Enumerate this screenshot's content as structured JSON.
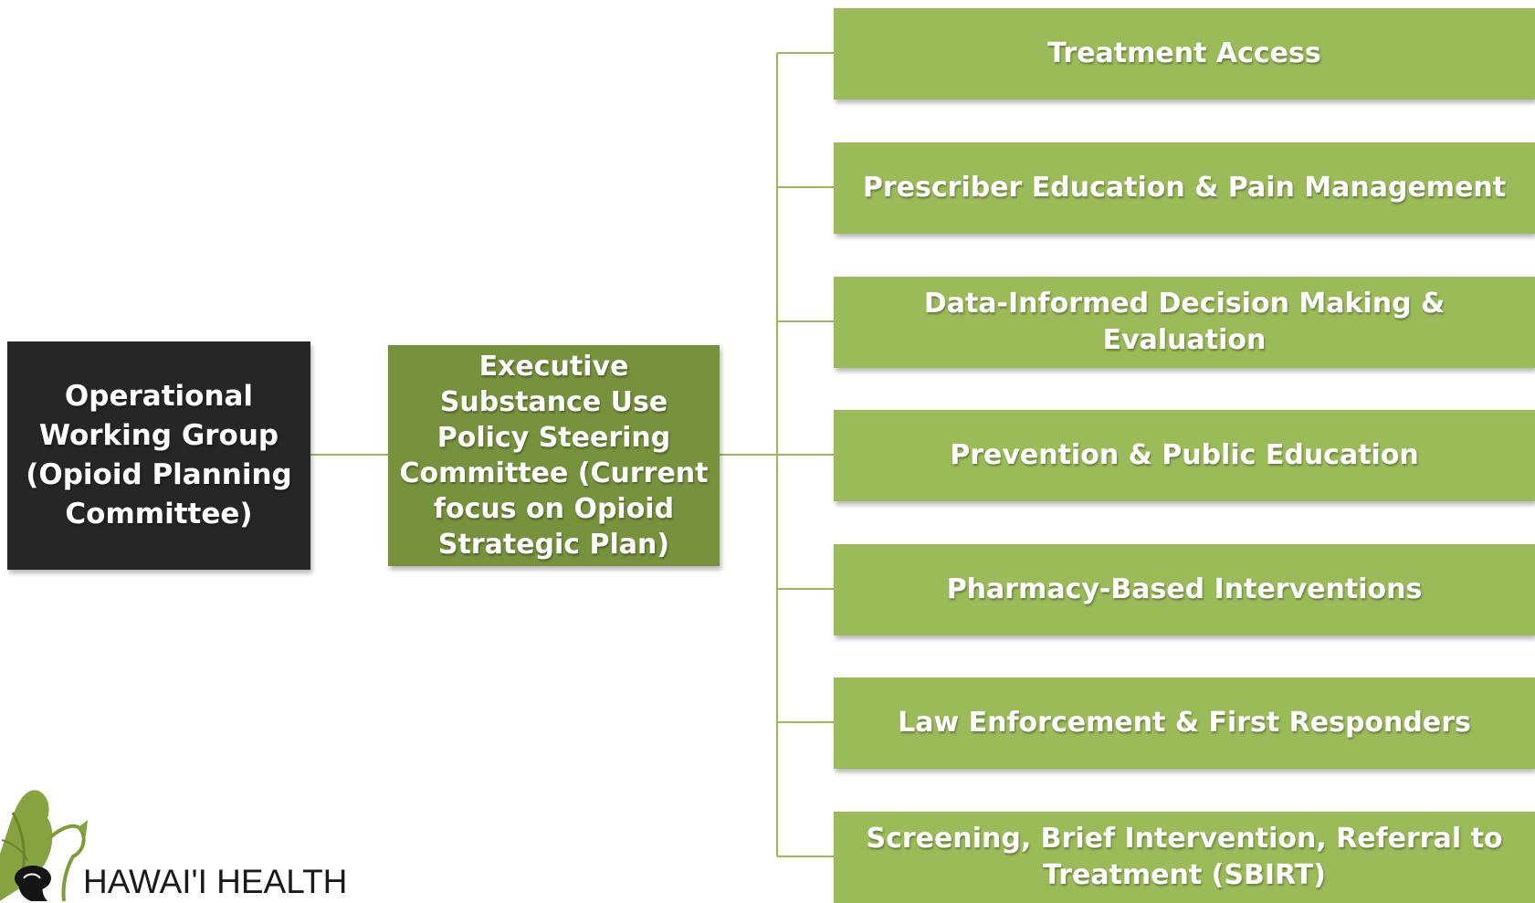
{
  "root": {
    "label": "Operational Working Group (Opioid Planning Committee)"
  },
  "committee": {
    "label": "Executive Substance Use Policy Steering Committee (Current focus on Opioid Strategic Plan)"
  },
  "branches": [
    {
      "label": "Treatment Access"
    },
    {
      "label": "Prescriber Education & Pain Management"
    },
    {
      "label": "Data-Informed Decision Making & Evaluation"
    },
    {
      "label": "Prevention & Public Education"
    },
    {
      "label": "Pharmacy-Based Interventions"
    },
    {
      "label": "Law Enforcement & First Responders"
    },
    {
      "label": "Screening, Brief Intervention, Referral to Treatment (SBIRT)"
    }
  ],
  "logo": {
    "text": "HAWAI'I HEALTH",
    "icon": "taro-leaf-icon"
  },
  "colors": {
    "root_box": "#262626",
    "committee_box": "#76923c",
    "branch_box": "#9bbb59",
    "connector": "#9bbb59",
    "text": "#ffffff"
  }
}
